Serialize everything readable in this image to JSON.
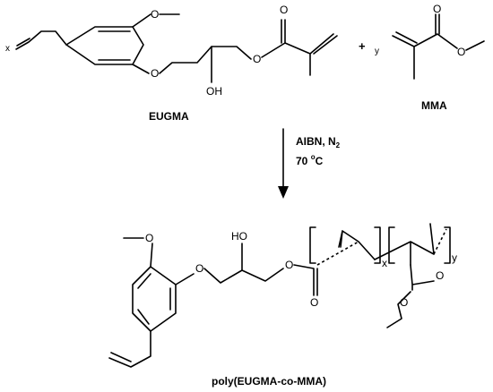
{
  "reactants": {
    "eugma": {
      "label": "EUGMA",
      "coefficient": "x",
      "atom_O1": "O",
      "atom_O2": "O",
      "atom_O3": "O",
      "atom_O4": "O",
      "atom_OH": "OH"
    },
    "plus": "+",
    "mma": {
      "label": "MMA",
      "coefficient": "y",
      "atom_O1": "O",
      "atom_O2": "O"
    }
  },
  "conditions": {
    "line1_main": "AIBN, N",
    "line1_sub": "2",
    "line2_main": "70 ",
    "line2_sup": "o",
    "line2_unit": "C"
  },
  "product": {
    "label": "poly(EUGMA-co-MMA)",
    "repeat_x": "x",
    "repeat_y": "y",
    "atom_O1": "O",
    "atom_O2": "O",
    "atom_O3": "O",
    "atom_O4": "O",
    "atom_O5": "O",
    "atom_O6": "O",
    "atom_HO": "HO"
  },
  "colors": {
    "ink": "#000000",
    "background": "#ffffff"
  }
}
